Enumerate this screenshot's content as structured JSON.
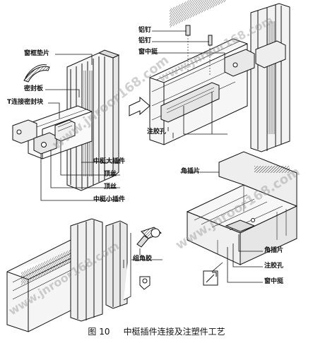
{
  "labels": {
    "ding": "铝钉",
    "ding2": "铝钉",
    "zhongdang_top": "窗中挺",
    "zhujiaokong_top": "注胶孔",
    "zhidian_fengtian": "窗框垫片",
    "zhidian_fengban": "密封板",
    "t_lianjie": "T连接密封块",
    "zhongting_dachajian": "中梃大插件",
    "dingsi1": "顶丝",
    "dingsi2": "顶丝",
    "zhongting_xiaochajian": "中梃小插件",
    "chajianpian_top": "角插片",
    "zhumaojiao": "组角胶",
    "chajianpian_right": "角插片",
    "zhujiaokong_right": "注胶孔",
    "zhongdang_right": "窗中挺"
  },
  "caption": {
    "figure_no": "图 10",
    "title": "中梃插件连接及注塑件工艺"
  },
  "watermark": "www.jnroor168.com"
}
